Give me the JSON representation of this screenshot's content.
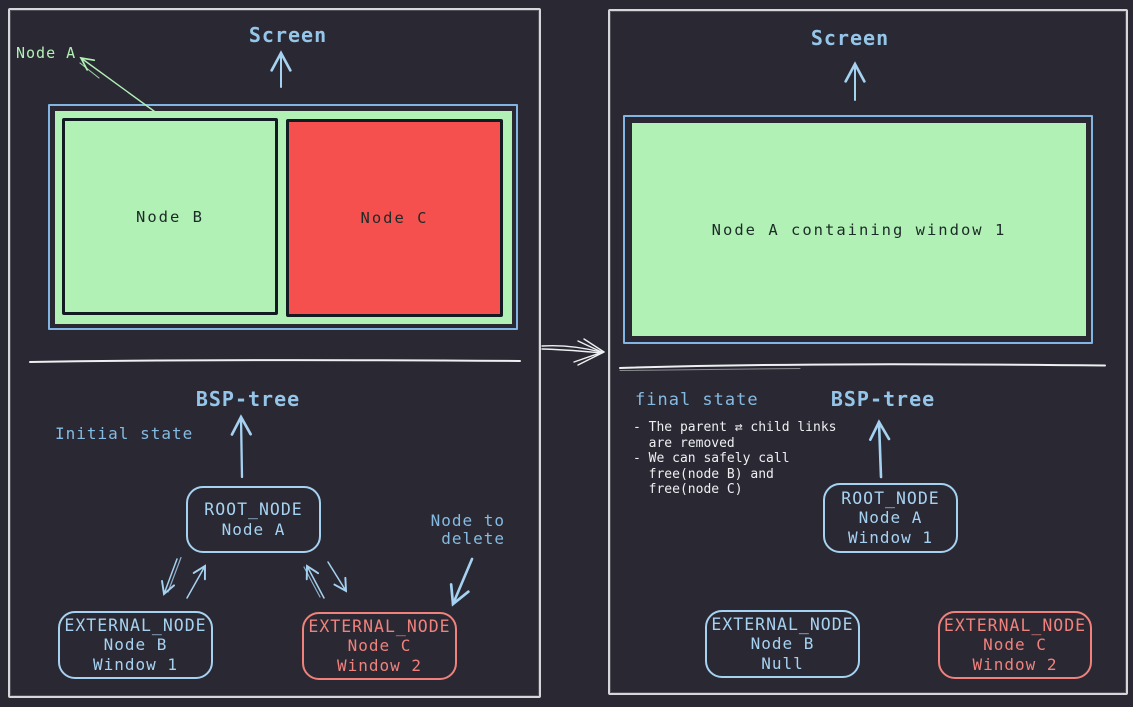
{
  "colors": {
    "background": "#2a2933",
    "panel_border": "#d6d7da",
    "accent_blue": "#a6d2f1",
    "title_blue": "#95c6ea",
    "state_label_blue": "#85bbe3",
    "screen_border_blue": "#82b5e3",
    "node_green": "#b2f1b5",
    "node_red": "#f6504e",
    "salmon": "#f0817c",
    "window_border_dark": "#121b21",
    "dark_text": "#1c2b28",
    "white_ink": "#edeff2"
  },
  "left": {
    "screen_title": "Screen",
    "node_a_pointer_label": "Node A",
    "window_b_label": "Node B",
    "window_c_label": "Node C",
    "tree_title": "BSP-tree",
    "state_label": "Initial state",
    "root_node": {
      "type": "ROOT_NODE",
      "name": "Node A"
    },
    "delete_callout": {
      "line1": "Node to",
      "line2": "delete"
    },
    "external_node_b": {
      "type": "EXTERNAL_NODE",
      "name": "Node B",
      "window": "Window 1"
    },
    "external_node_c": {
      "type": "EXTERNAL_NODE",
      "name": "Node C",
      "window": "Window 2"
    }
  },
  "right": {
    "screen_title": "Screen",
    "window_a_label": "Node A containing window 1",
    "state_label": "final state",
    "tree_title": "BSP-tree",
    "notes": [
      "- The parent ⇄ child links",
      "  are removed",
      "- We can safely call",
      "  free(node B) and",
      "  free(node C)"
    ],
    "root_node": {
      "type": "ROOT_NODE",
      "name": "Node A",
      "window": "Window 1"
    },
    "external_node_b": {
      "type": "EXTERNAL_NODE",
      "name": "Node B",
      "window": "Null"
    },
    "external_node_c": {
      "type": "EXTERNAL_NODE",
      "name": "Node C",
      "window": "Window 2"
    }
  }
}
